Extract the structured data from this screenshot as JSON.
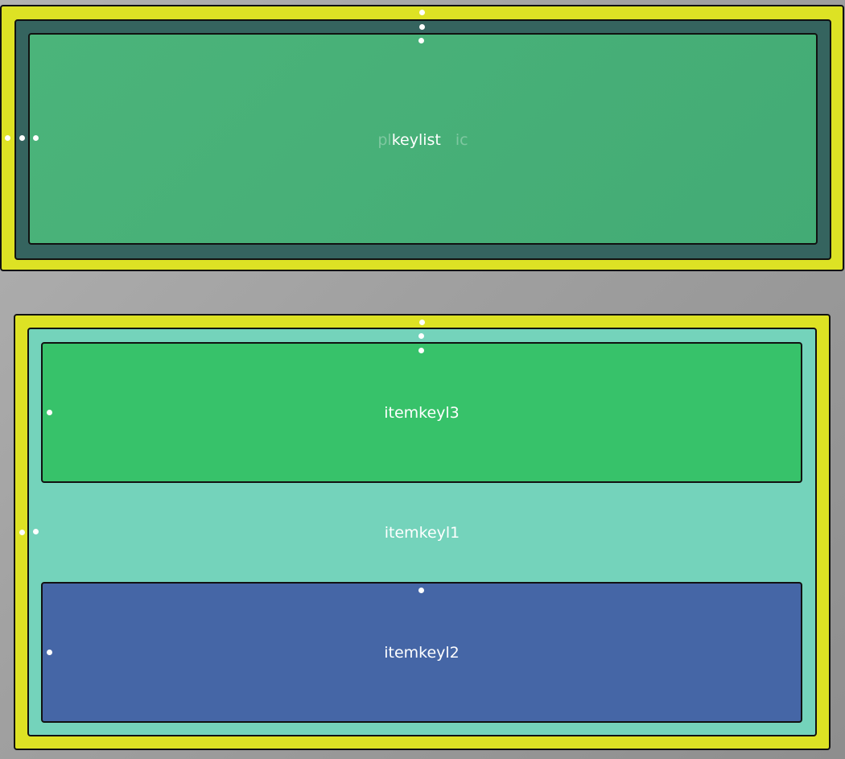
{
  "colors": {
    "outer_frame": "#dde224",
    "top_middle": "#35645f",
    "top_inner": "#47b078",
    "bottom_container": "#74d3bb",
    "item3_fill": "#37c26a",
    "item2_fill": "#4566a6",
    "label_text": "#ffffff"
  },
  "top_group": {
    "label": "keylist",
    "ghost_label_left": "pl",
    "ghost_label_right": "ic"
  },
  "bottom_group": {
    "container_label": "itemkeyl1",
    "items": [
      {
        "label": "itemkeyl3"
      },
      {
        "label": "itemkeyl2"
      }
    ]
  }
}
